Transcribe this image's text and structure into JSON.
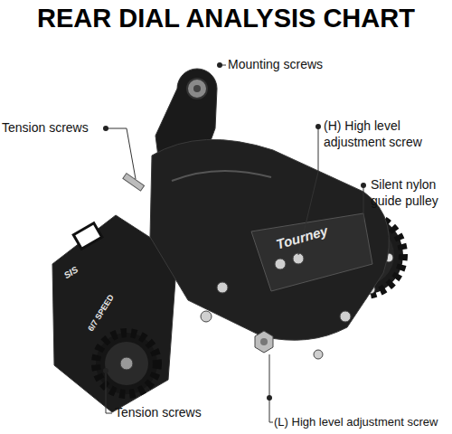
{
  "diagram": {
    "title": "REAR DIAL ANALYSIS CHART",
    "labels": [
      "Mounting screws",
      "Tension screws",
      "(H) High level adjustment screw",
      "Silent nylon guide pulley",
      "Tension screws",
      "(L) High level adjustment screw",
      "Tourney",
      "SIS",
      "6/7 SPEED"
    ]
  }
}
